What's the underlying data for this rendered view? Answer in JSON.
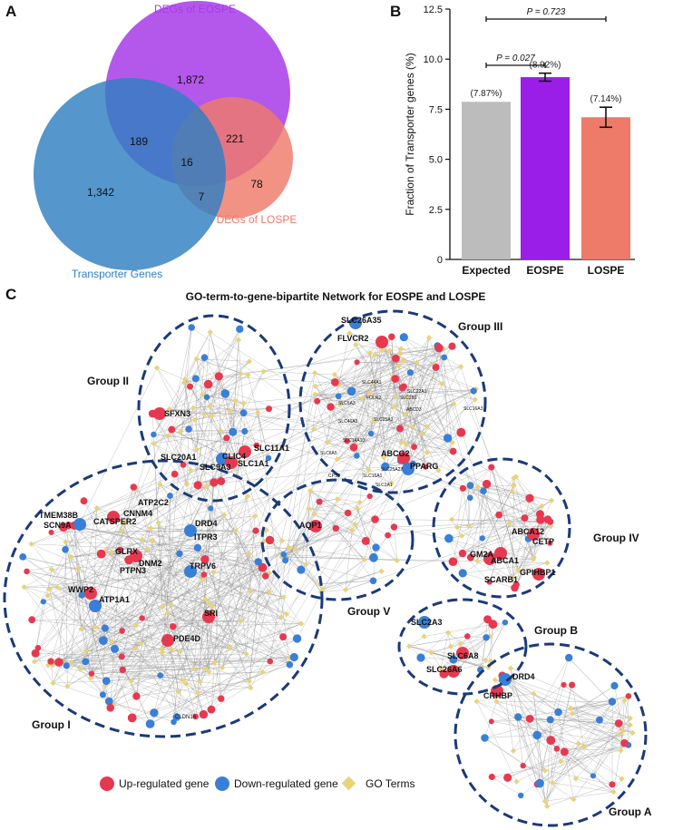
{
  "panel_labels": {
    "a": "A",
    "b": "B",
    "c": "C"
  },
  "venn": {
    "sets": [
      {
        "name": "DEGs of EOSPE",
        "color": "#a73be8"
      },
      {
        "name": "DEGs of LOSPE",
        "color": "#ee7a6a"
      },
      {
        "name": "Transporter Genes",
        "color": "#2f7fc1"
      }
    ],
    "regions": {
      "eospe_only": "1,872",
      "transporter_only": "1,342",
      "losspe_only": "78",
      "eospe_transporter": "189",
      "eospe_losspe": "221",
      "losspe_transporter": "7",
      "all_three": "16"
    }
  },
  "chart_data": {
    "type": "bar",
    "categories": [
      "Expected",
      "EOSPE",
      "LOSPE"
    ],
    "values": [
      7.87,
      9.1,
      7.1
    ],
    "error": [
      0,
      0.2,
      0.5
    ],
    "value_labels": [
      "(7.87%)",
      "(8.92%)",
      "(7.14%)"
    ],
    "colors": [
      "#bcbcbc",
      "#9a1ee8",
      "#ee7a6a"
    ],
    "ylabel": "Fraction of Transporter genes (%)",
    "ylim": [
      0,
      12.5
    ],
    "yticks": [
      "0",
      "2.5",
      "5.0",
      "7.5",
      "10.0",
      "12.5"
    ],
    "comparisons": [
      {
        "label": "P = 0.027",
        "from": "Expected",
        "to": "EOSPE"
      },
      {
        "label": "P = 0.723",
        "from": "Expected",
        "to": "LOSPE"
      }
    ]
  },
  "network": {
    "title": "GO-term-to-gene-bipartite Network for EOSPE and LOSPE",
    "groups": [
      "Group I",
      "Group II",
      "Group III",
      "Group IV",
      "Group V",
      "Group A",
      "Group B"
    ],
    "gene_labels": {
      "slc26a35": "SLC26A35",
      "flvcr2": "FLVCR2",
      "sfxn3": "SFXN3",
      "slc20a1": "SLC20A1",
      "clic4": "CLIC4",
      "slc11a1": "SLC11A1",
      "slc9a3": "SLC9A3",
      "slc1a1": "SLC1A1",
      "abcg2": "ABCG2",
      "pparg": "PPARG",
      "atp2c2": "ATP2C2",
      "tmem38b": "TMEM38B",
      "cnnm4": "CNNM4",
      "scn9a": "SCN9A",
      "catsper2": "CATSPER2",
      "drd4": "DRD4",
      "itpr3": "ITPR3",
      "glrx": "GLRX",
      "dnm2": "DNM2",
      "ptpn3": "PTPN3",
      "trpv6": "TRPV6",
      "aqp1": "AQP1",
      "wwp2": "WWP2",
      "atp1a1": "ATP1A1",
      "sri": "SRI",
      "pde4d": "PDE4D",
      "abca12": "ABCA12",
      "cetp": "CETP",
      "gm2a": "GM2A",
      "abca1": "ABCA1",
      "gpihbp1": "GPIHBP1",
      "scarb1": "SCARB1",
      "slc2a3": "SLC2A3",
      "slc6a8": "SLC6A8",
      "slc26a6": "SLC26A6",
      "drd4b": "DRD4",
      "crhbp": "CRHBP",
      "cldn16": "CLDN16"
    },
    "small_labels": {
      "s1": "SLC44A1",
      "s2": "SLC22A1",
      "s3": "FOLR2",
      "s4": "SLC2B1",
      "s5": "ABCD3",
      "s6": "SLC5A3",
      "s7": "SLC25A3",
      "s8": "SLC16A3",
      "s9": "SLC14A10",
      "s10": "SLC6A5",
      "s11": "SLC25A27",
      "s12": "SLC15A1",
      "s13": "SLC2A1",
      "s14": "SLC46A3",
      "s15": "CPS8"
    },
    "legend": {
      "up": "Up-regulated gene",
      "down": "Down-regulated gene",
      "go": "GO Terms"
    },
    "colors": {
      "up": "#e63950",
      "down": "#3a7fd6",
      "go": "#e9d27a",
      "group_outline": "#1a3a78"
    }
  }
}
